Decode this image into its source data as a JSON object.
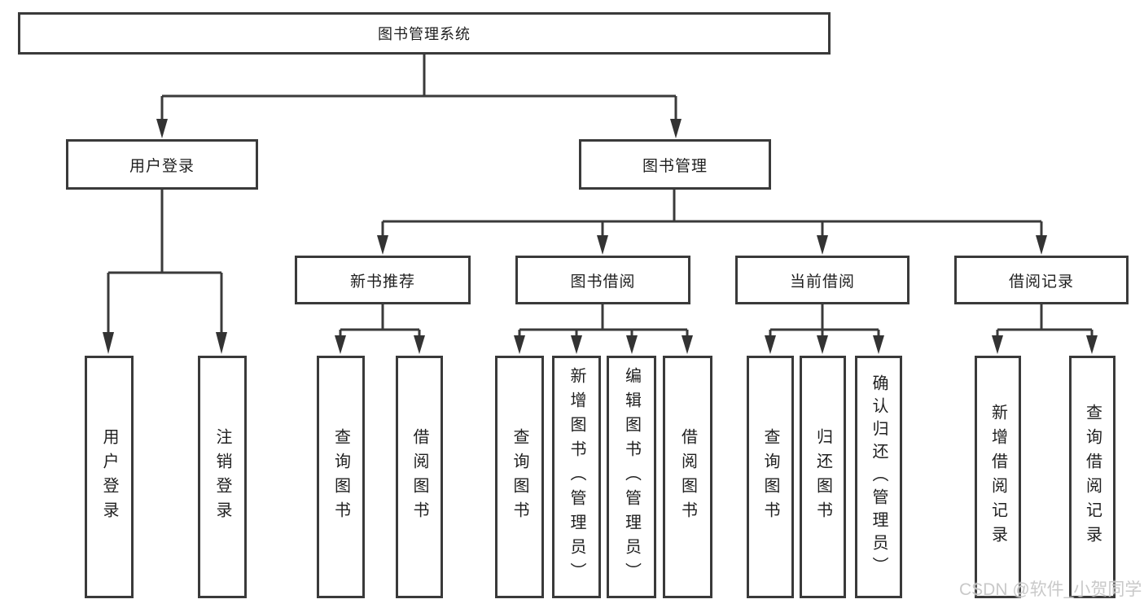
{
  "tree": {
    "root": {
      "label": "图书管理系统",
      "children": [
        {
          "label": "用户登录",
          "children": [
            {
              "label": "用户登录"
            },
            {
              "label": "注销登录"
            }
          ]
        },
        {
          "label": "图书管理",
          "children": [
            {
              "label": "新书推荐",
              "children": [
                {
                  "label": "查询图书"
                },
                {
                  "label": "借阅图书"
                }
              ]
            },
            {
              "label": "图书借阅",
              "children": [
                {
                  "label": "查询图书"
                },
                {
                  "label": "新增图书（管理员）"
                },
                {
                  "label": "编辑图书（管理员）"
                },
                {
                  "label": "借阅图书"
                }
              ]
            },
            {
              "label": "当前借阅",
              "children": [
                {
                  "label": "查询图书"
                },
                {
                  "label": "归还图书"
                },
                {
                  "label": "确认归还（管理员）"
                }
              ]
            },
            {
              "label": "借阅记录",
              "children": [
                {
                  "label": "新增借阅记录"
                },
                {
                  "label": "查询借阅记录"
                }
              ]
            }
          ]
        }
      ]
    }
  },
  "colors": {
    "line": "#3a3a3a",
    "text": "#1f1f1f",
    "watermark": "#c6c6c6"
  },
  "watermark": {
    "text": "CSDN @软件_小贺同学"
  }
}
